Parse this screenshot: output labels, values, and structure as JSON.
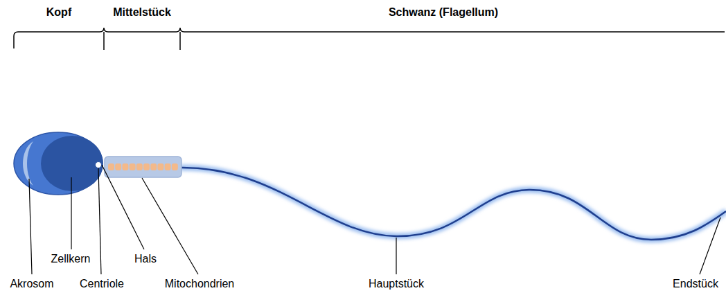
{
  "diagram": {
    "labels": [
      "Kopf",
      "Mittelstück",
      "Schwanz (Flagellum)",
      "Akrosom",
      "Zellkern",
      "Centriole",
      "Hals",
      "Mitochondrien",
      "Hauptstück",
      "Endstück"
    ]
  }
}
